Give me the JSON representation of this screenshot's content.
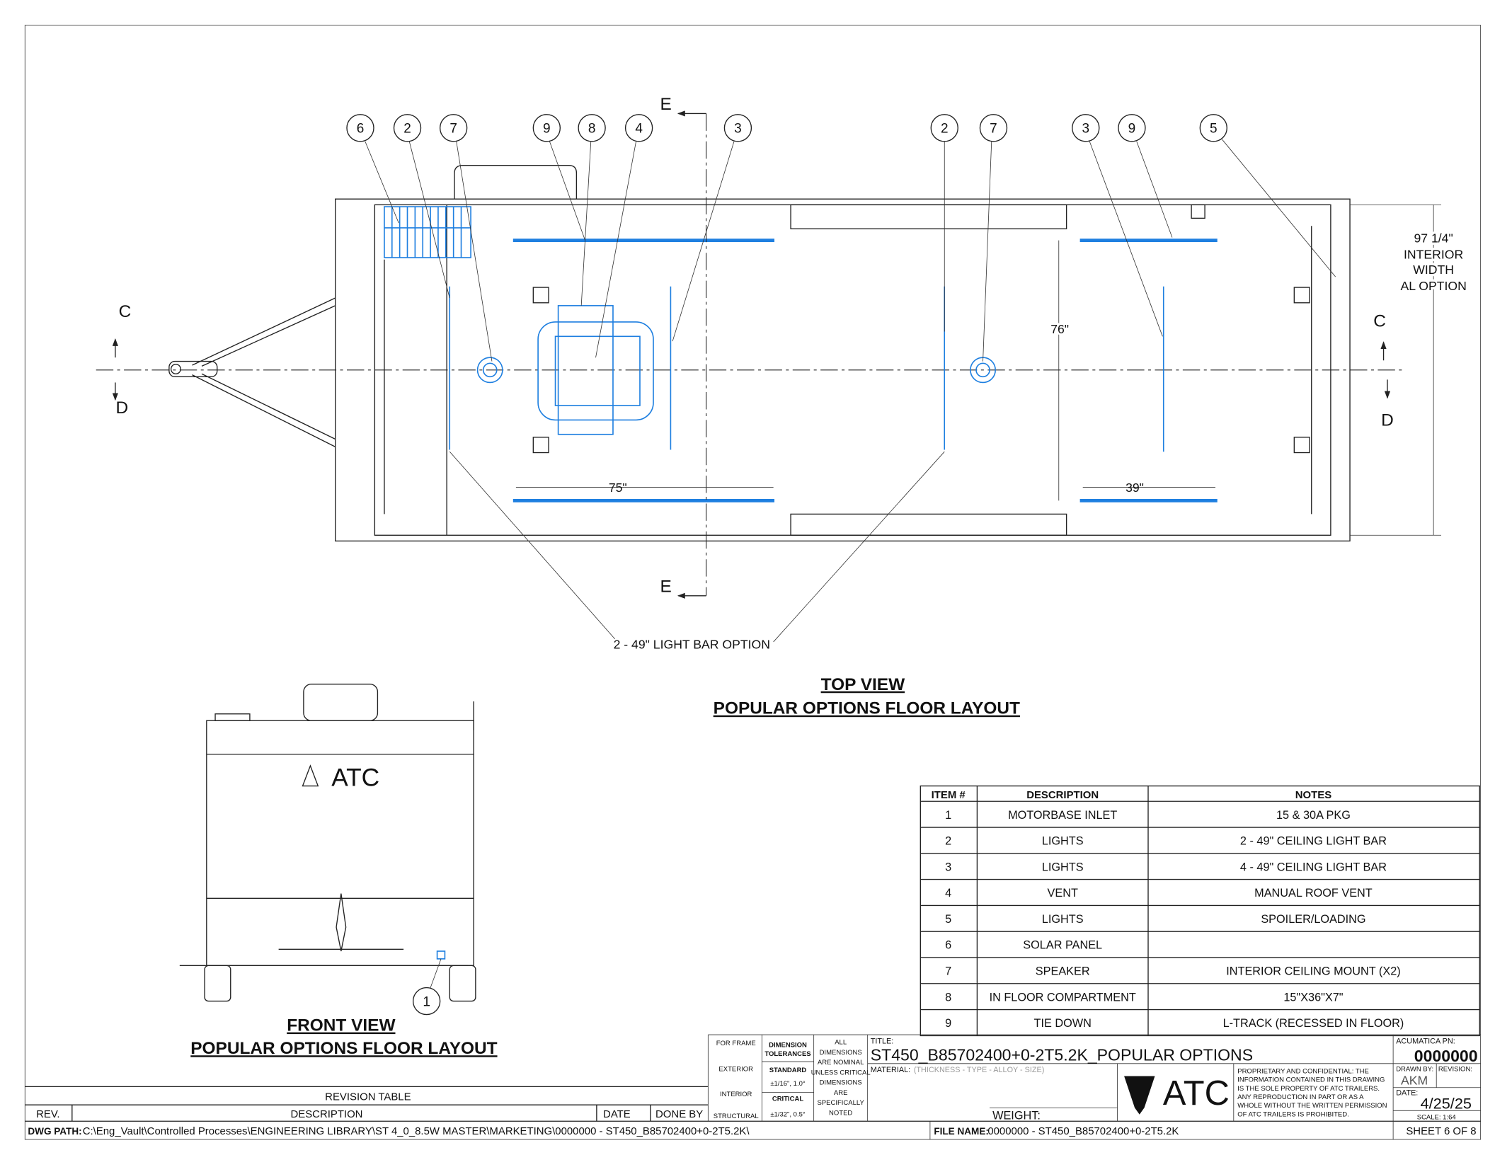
{
  "top_view": {
    "balloons": [
      "6",
      "2",
      "7",
      "9",
      "8",
      "4",
      "3",
      "2",
      "7",
      "3",
      "9",
      "5"
    ],
    "section_e": "E",
    "section_c": "C",
    "section_d": "D",
    "dim_75": "75\"",
    "dim_39": "39\"",
    "dim_76": "76\"",
    "width_dim": [
      "97 1/4\"",
      "INTERIOR",
      "WIDTH",
      "AL OPTION"
    ],
    "light_bar_note": "2 - 49\" LIGHT BAR OPTION",
    "title1": "TOP VIEW",
    "title2": "POPULAR OPTIONS FLOOR LAYOUT"
  },
  "front_view": {
    "balloon": "1",
    "logo": "ATC",
    "title1": "FRONT VIEW",
    "title2": "POPULAR OPTIONS FLOOR LAYOUT"
  },
  "items_table": {
    "headers": [
      "ITEM #",
      "DESCRIPTION",
      "NOTES"
    ],
    "rows": [
      [
        "1",
        "MOTORBASE INLET",
        "15 & 30A PKG"
      ],
      [
        "2",
        "LIGHTS",
        "2 - 49\" CEILING LIGHT BAR"
      ],
      [
        "3",
        "LIGHTS",
        "4 - 49\" CEILING LIGHT BAR"
      ],
      [
        "4",
        "VENT",
        "MANUAL ROOF VENT"
      ],
      [
        "5",
        "LIGHTS",
        "SPOILER/LOADING"
      ],
      [
        "6",
        "SOLAR PANEL",
        ""
      ],
      [
        "7",
        "SPEAKER",
        "INTERIOR CEILING MOUNT (X2)"
      ],
      [
        "8",
        "IN FLOOR COMPARTMENT",
        "15\"X36\"X7\""
      ],
      [
        "9",
        "TIE DOWN",
        "L-TRACK (RECESSED IN FLOOR)"
      ]
    ]
  },
  "revision_table": {
    "title": "REVISION TABLE",
    "headers": [
      "REV.",
      "DESCRIPTION",
      "DATE",
      "DONE BY"
    ]
  },
  "dwg_path_label": "DWG PATH:",
  "dwg_path": "C:\\Eng_Vault\\Controlled Processes\\ENGINEERING LIBRARY\\ST 4_0_8.5W MASTER\\MARKETING\\0000000 - ST450_B85702400+0-2T5.2K\\",
  "title_block": {
    "for_frame": "FOR FRAME",
    "exterior": "EXTERIOR",
    "interior": "INTERIOR",
    "structural": "STRUCTURAL",
    "dim_tol": [
      "DIMENSION",
      "TOLERANCES"
    ],
    "standard": "STANDARD",
    "standard_val": "±1/16\", 1.0°",
    "critical": "CRITICAL",
    "critical_val": "±1/32\", 0.5°",
    "nominal": [
      "ALL",
      "DIMENSIONS",
      "ARE NOMINAL",
      "UNLESS CRITICAL",
      "DIMENSIONS",
      "ARE",
      "SPECIFICALLY",
      "NOTED"
    ],
    "title_label": "TITLE:",
    "title": "ST450_B85702400+0-2T5.2K_POPULAR OPTIONS",
    "material_label": "MATERIAL:",
    "material": "(THICKNESS - TYPE - ALLOY - SIZE)",
    "weight_label": "WEIGHT:",
    "logo": "ATC",
    "proprietary": [
      "PROPRIETARY AND CONFIDENTIAL: THE",
      "INFORMATION CONTAINED IN THIS DRAWING",
      "IS THE SOLE PROPERTY OF ATC TRAILERS.",
      "ANY REPRODUCTION IN PART OR AS A",
      "WHOLE WITHOUT THE WRITTEN PERMISSION",
      "OF ATC TRAILERS IS PROHIBITED."
    ],
    "pn_label": "ACUMATICA PN:",
    "pn": "0000000",
    "drawn_by_label": "DRAWN BY:",
    "drawn_by": "AKM",
    "revision_label": "REVISION:",
    "date_label": "DATE:",
    "date": "4/25/25",
    "scale": "SCALE: 1:64",
    "file_name_label": "FILE NAME:",
    "file_name": "0000000 - ST450_B85702400+0-2T5.2K",
    "sheet": "SHEET 6 OF 8"
  },
  "colors": {
    "accent": "#1e7fe0",
    "line": "#222222"
  }
}
